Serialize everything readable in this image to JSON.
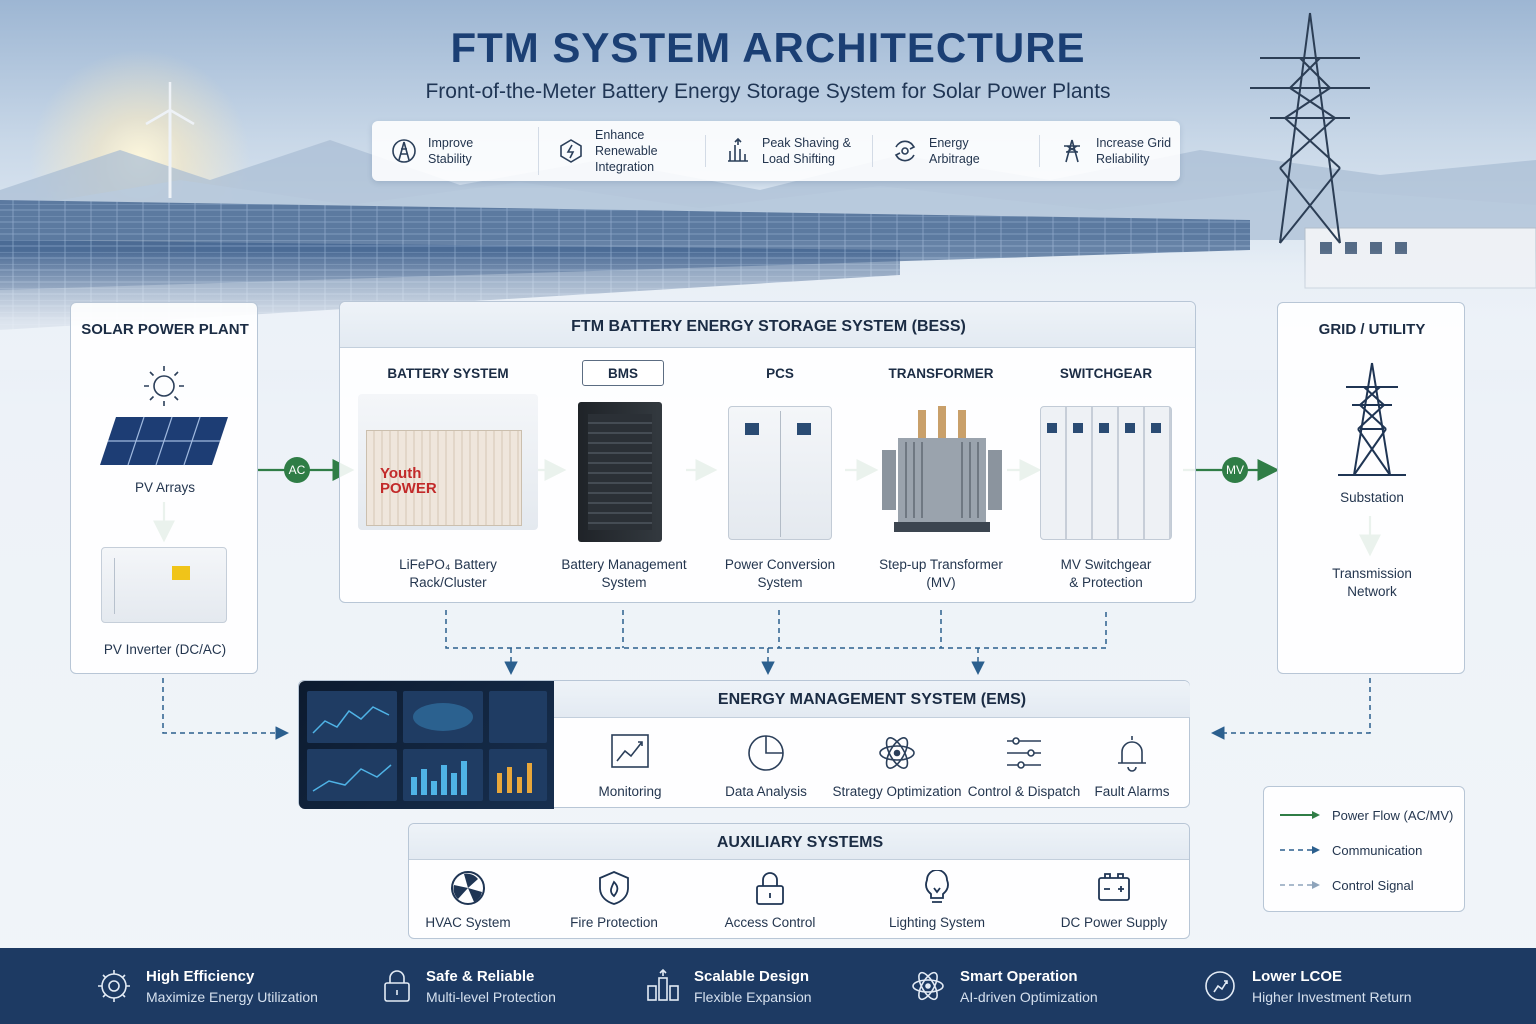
{
  "header": {
    "title": "FTM SYSTEM ARCHITECTURE",
    "subtitle": "Front-of-the-Meter Battery Energy Storage System for Solar Power Plants"
  },
  "benefits": [
    {
      "icon": "stability-icon",
      "label": "Improve\nStability"
    },
    {
      "icon": "renewable-integration-icon",
      "label": "Enhance Renewable\nIntegration"
    },
    {
      "icon": "peak-shaving-icon",
      "label": "Peak Shaving &\nLoad Shifting"
    },
    {
      "icon": "energy-arbitrage-icon",
      "label": "Energy\nArbitrage"
    },
    {
      "icon": "grid-reliability-icon",
      "label": "Increase Grid\nReliability"
    }
  ],
  "solar_plant": {
    "title": "SOLAR POWER PLANT",
    "pv_arrays": "PV Arrays",
    "pv_inverter": "PV Inverter (DC/AC)"
  },
  "bess": {
    "title": "FTM BATTERY ENERGY STORAGE SYSTEM (BESS)",
    "components": [
      {
        "title": "BATTERY SYSTEM",
        "caption": "LiFePO₄ Battery\nRack/Cluster",
        "brand": "Youth POWER"
      },
      {
        "title": "BMS",
        "caption": "Battery Management\nSystem"
      },
      {
        "title": "PCS",
        "caption": "Power Conversion\nSystem"
      },
      {
        "title": "TRANSFORMER",
        "caption": "Step-up Transformer\n(MV)"
      },
      {
        "title": "SWITCHGEAR",
        "caption": "MV Switchgear\n& Protection"
      }
    ]
  },
  "connectors": {
    "ac": "AC",
    "mv": "MV"
  },
  "grid": {
    "title": "GRID / UTILITY",
    "substation": "Substation",
    "transmission": "Transmission\nNetwork"
  },
  "ems": {
    "title": "ENERGY MANAGEMENT SYSTEM (EMS)",
    "functions": [
      {
        "icon": "monitoring-icon",
        "label": "Monitoring"
      },
      {
        "icon": "data-analysis-icon",
        "label": "Data Analysis"
      },
      {
        "icon": "strategy-optimization-icon",
        "label": "Strategy Optimization"
      },
      {
        "icon": "control-dispatch-icon",
        "label": "Control & Dispatch"
      },
      {
        "icon": "fault-alarm-icon",
        "label": "Fault Alarms"
      }
    ]
  },
  "auxiliary": {
    "title": "AUXILIARY SYSTEMS",
    "items": [
      {
        "icon": "hvac-fan-icon",
        "label": "HVAC System"
      },
      {
        "icon": "fire-protection-icon",
        "label": "Fire Protection"
      },
      {
        "icon": "access-lock-icon",
        "label": "Access Control"
      },
      {
        "icon": "lightbulb-icon",
        "label": "Lighting System"
      },
      {
        "icon": "battery-supply-icon",
        "label": "DC Power Supply"
      }
    ]
  },
  "legend": [
    {
      "style": "solid",
      "color": "#2f7d46",
      "label": "Power Flow (AC/MV)"
    },
    {
      "style": "dashed",
      "color": "#2b5f8e",
      "label": "Communication"
    },
    {
      "style": "dashed",
      "color": "#8ea4bb",
      "label": "Control Signal"
    }
  ],
  "footer": [
    {
      "icon": "efficiency-icon",
      "title": "High Efficiency",
      "subtitle": "Maximize Energy Utilization"
    },
    {
      "icon": "safety-lock-icon",
      "title": "Safe & Reliable",
      "subtitle": "Multi-level Protection"
    },
    {
      "icon": "scalable-icon",
      "title": "Scalable Design",
      "subtitle": "Flexible Expansion"
    },
    {
      "icon": "smart-operation-icon",
      "title": "Smart Operation",
      "subtitle": "AI-driven Optimization"
    },
    {
      "icon": "lcoe-icon",
      "title": "Lower LCOE",
      "subtitle": "Higher Investment Return"
    }
  ],
  "colors": {
    "title": "#1b3f74",
    "power_flow": "#2f7d46",
    "communication": "#2b5f8e",
    "footer": "#1d3a63"
  }
}
